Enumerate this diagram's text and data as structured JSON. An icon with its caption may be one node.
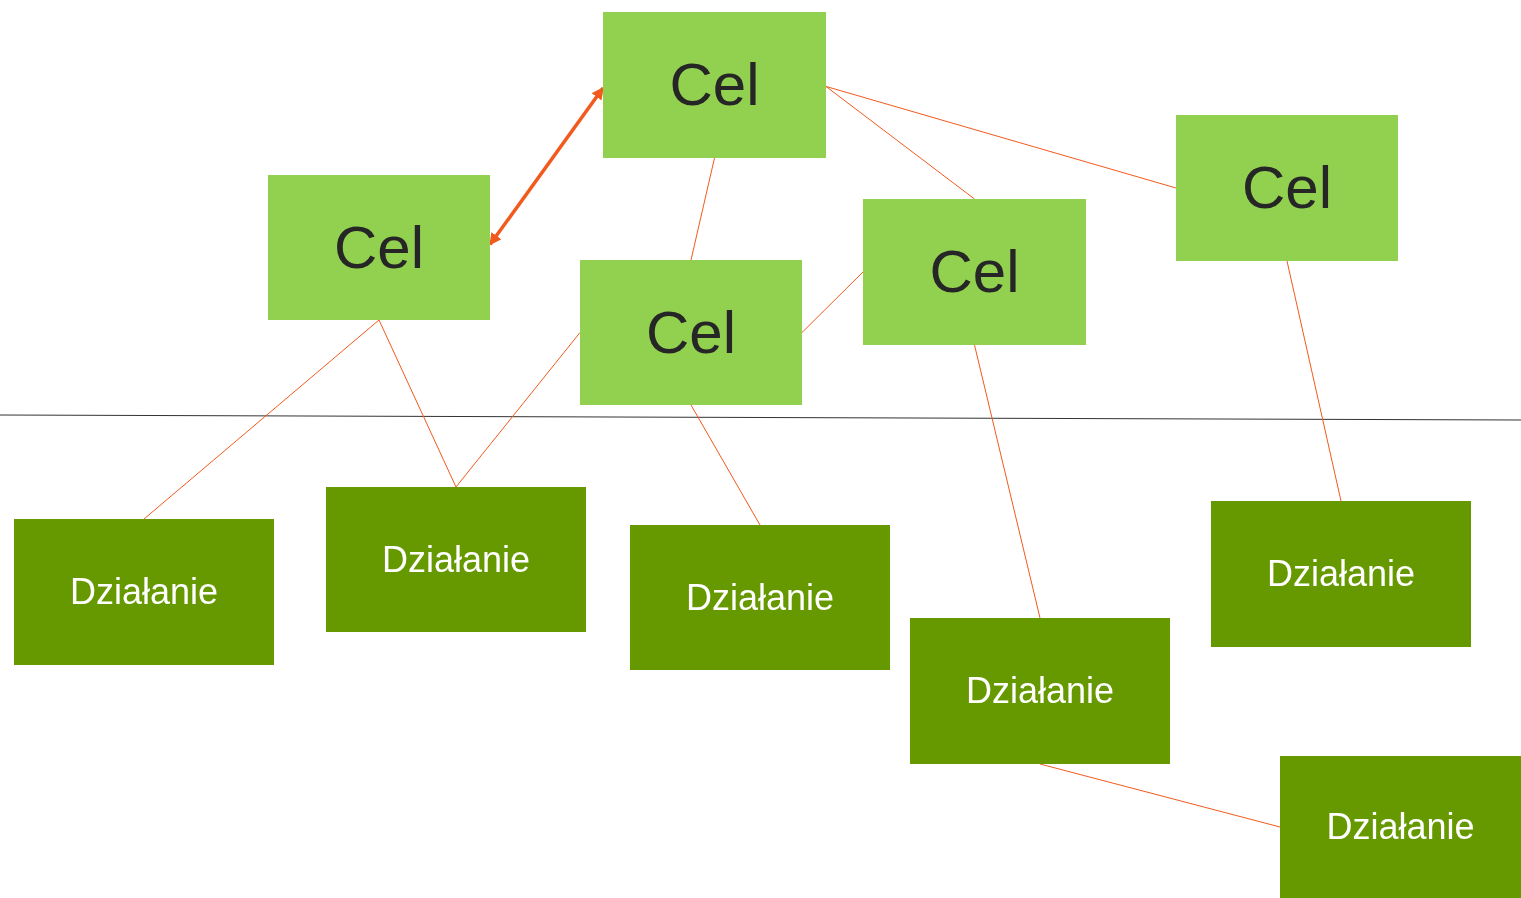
{
  "diagram": {
    "nodes": [
      {
        "text": [
          "Cel"
        ]
      },
      {
        "text": [
          "Cel"
        ]
      },
      {
        "text": [
          "Cel"
        ]
      },
      {
        "text": [
          "Cel"
        ]
      },
      {
        "text": [
          "Cel"
        ]
      },
      {
        "text": [
          "Działanie"
        ]
      },
      {
        "text": [
          "Działanie"
        ]
      },
      {
        "text": [
          "Działanie"
        ]
      },
      {
        "text": [
          "Działanie"
        ]
      },
      {
        "text": [
          "Działanie"
        ]
      },
      {
        "text": [
          "Działanie"
        ]
      }
    ],
    "edges": [
      {
        "from": 0,
        "to": 1,
        "arrow": "both",
        "style": "thick"
      },
      {
        "from": 0,
        "to": 2,
        "arrow": "none"
      },
      {
        "from": 0,
        "to": 3,
        "arrow": "none"
      },
      {
        "from": 0,
        "to": 4,
        "arrow": "none"
      },
      {
        "from": 2,
        "to": 3,
        "arrow": "none"
      },
      {
        "from": 1,
        "to": 5,
        "arrow": "none"
      },
      {
        "from": 1,
        "to": 6,
        "arrow": "none"
      },
      {
        "from": 2,
        "to": 6,
        "arrow": "none"
      },
      {
        "from": 2,
        "to": 7,
        "arrow": "none"
      },
      {
        "from": 3,
        "to": 8,
        "arrow": "none"
      },
      {
        "from": 4,
        "to": 9,
        "arrow": "none"
      },
      {
        "from": 8,
        "to": 10,
        "arrow": "none"
      }
    ]
  }
}
